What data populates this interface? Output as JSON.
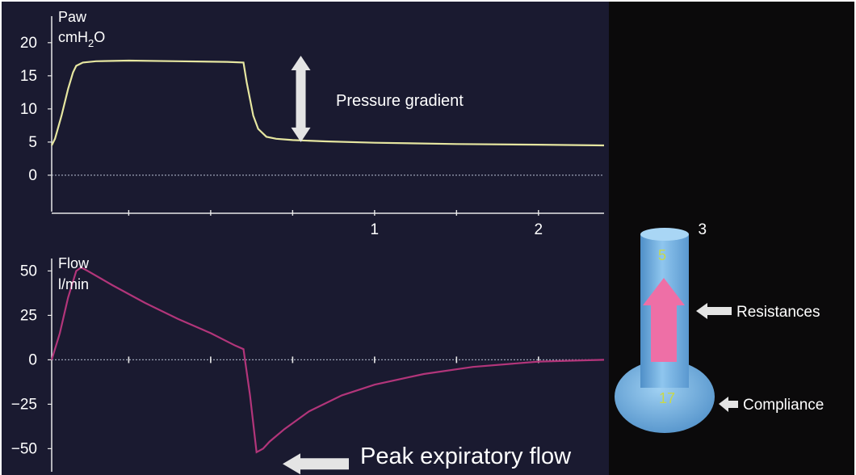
{
  "colors": {
    "plot_background": "#1a1a30",
    "right_panel_background": "#0b0a0b",
    "pressure_trace": "#e6e6a0",
    "flow_trace": "#b2357a",
    "axis": "#e8e8e8",
    "baseline": "#9aa0b4",
    "arrow": "#e4e4e4",
    "balloon": "#84bde8",
    "balloon_dark": "#4f8fc8",
    "inner_arrow": "#ee6fa6",
    "balloon_number": "#c8d84a"
  },
  "chart_data": [
    {
      "type": "line",
      "name": "pressure",
      "ylabel_line1": "Paw",
      "ylabel_line2": "cmH",
      "ylabel_subscript": "2",
      "ylabel_suffix": "O",
      "yticks": [
        0,
        5,
        10,
        15,
        20
      ],
      "ylim": [
        -5.5,
        24
      ],
      "xticks": [
        1,
        2,
        3
      ],
      "xlim": [
        -0.97,
        2.4
      ],
      "baseline": 0,
      "grid": false,
      "x": [
        -0.97,
        -0.95,
        -0.91,
        -0.87,
        -0.84,
        -0.82,
        -0.78,
        -0.7,
        -0.5,
        -0.2,
        0.1,
        0.2,
        0.22,
        0.26,
        0.29,
        0.34,
        0.4,
        0.5,
        0.7,
        1.0,
        1.5,
        2.0,
        2.4
      ],
      "y": [
        4.5,
        5.5,
        9.0,
        13.0,
        15.5,
        16.5,
        17.0,
        17.2,
        17.3,
        17.2,
        17.1,
        17.0,
        14.0,
        9.0,
        7.0,
        5.8,
        5.5,
        5.3,
        5.1,
        4.9,
        4.7,
        4.6,
        4.5
      ],
      "annotations": [
        {
          "text": "Pressure gradient",
          "arrow": "double",
          "from_y": 5,
          "to_y": 17.3,
          "at_x": 0.55
        }
      ]
    },
    {
      "type": "line",
      "name": "flow",
      "ylabel_line1": "Flow",
      "ylabel_line2": "l/min",
      "yticks": [
        -50,
        -25,
        0,
        25,
        50
      ],
      "ylim": [
        -63,
        57
      ],
      "xlim": [
        -0.97,
        2.4
      ],
      "baseline": 0,
      "grid": false,
      "x": [
        -0.97,
        -0.92,
        -0.87,
        -0.82,
        -0.79,
        -0.75,
        -0.6,
        -0.4,
        -0.2,
        0.0,
        0.15,
        0.2,
        0.24,
        0.28,
        0.32,
        0.36,
        0.45,
        0.6,
        0.8,
        1.0,
        1.3,
        1.6,
        2.0,
        2.4
      ],
      "y": [
        0,
        15,
        35,
        50,
        52,
        50,
        42,
        32,
        23,
        15,
        8,
        6,
        -20,
        -52,
        -50,
        -46,
        -39,
        -29,
        -20,
        -14,
        -8,
        -4,
        -1,
        0
      ],
      "annotations": [
        {
          "text": "Peak expiratory flow",
          "arrow": "left",
          "at_y": -54
        }
      ]
    }
  ],
  "diagram": {
    "resistance_value": "5",
    "compliance_value": "17",
    "resistance_label": "Resistances",
    "compliance_label": "Compliance"
  }
}
